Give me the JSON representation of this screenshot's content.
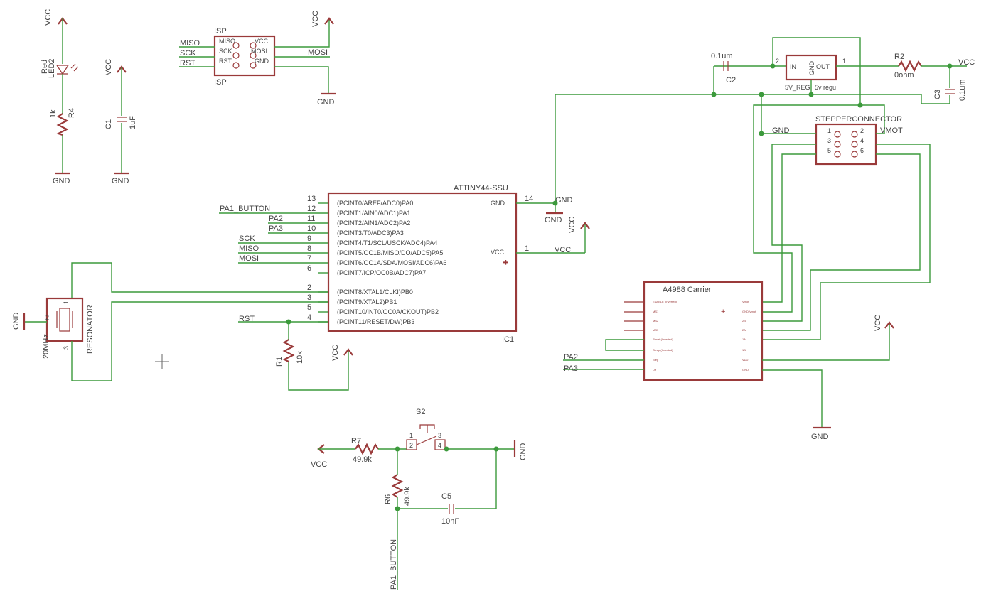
{
  "supply": {
    "vcc": "VCC",
    "gnd": "GND"
  },
  "led": {
    "color": "Red",
    "name": "LED2"
  },
  "r4": {
    "name": "R4",
    "value": "1k"
  },
  "c1": {
    "name": "C1",
    "value": "1uF"
  },
  "isp": {
    "name": "ISP",
    "pins": [
      "MISO",
      "VCC",
      "SCK",
      "MOSI",
      "RST",
      "GND"
    ],
    "nets": [
      "MISO",
      "SCK",
      "RST",
      "MOSI"
    ]
  },
  "ic1": {
    "part": "ATTINY44-SSU",
    "name": "IC1",
    "left_pins": [
      {
        "num": "13",
        "label": "(PCINT0/AREF/ADC0)PA0",
        "net": ""
      },
      {
        "num": "12",
        "label": "(PCINT1/AIN0/ADC1)PA1",
        "net": "PA1_BUTTON"
      },
      {
        "num": "11",
        "label": "(PCINT2/AIN1/ADC2)PA2",
        "net": "PA2"
      },
      {
        "num": "10",
        "label": "(PCINT3/T0/ADC3)PA3",
        "net": "PA3"
      },
      {
        "num": "9",
        "label": "(PCINT4/T1/SCL/USCK/ADC4)PA4",
        "net": "SCK"
      },
      {
        "num": "8",
        "label": "(PCINT5/OC1B/MISO/DO/ADC5)PA5",
        "net": "MISO"
      },
      {
        "num": "7",
        "label": "(PCINT6/OC1A/SDA/MOSI/ADC6)PA6",
        "net": "MOSI"
      },
      {
        "num": "6",
        "label": "(PCINT7/ICP/OC0B/ADC7)PA7",
        "net": ""
      },
      {
        "num": "2",
        "label": "(PCINT8/XTAL1/CLKI)PB0",
        "net": ""
      },
      {
        "num": "3",
        "label": "(PCINT9/XTAL2)PB1",
        "net": ""
      },
      {
        "num": "5",
        "label": "(PCINT10/INT0/OC0A/CKOUT)PB2",
        "net": ""
      },
      {
        "num": "4",
        "label": "(PCINT11/RESET/DW)PB3",
        "net": "RST"
      }
    ],
    "right_pins": [
      {
        "num": "14",
        "label": "GND",
        "net": "GND"
      },
      {
        "num": "1",
        "label": "VCC",
        "net": "VCC"
      }
    ]
  },
  "resonator": {
    "name": "RESONATOR",
    "value": "20MHz",
    "pins": [
      "1",
      "2",
      "3"
    ]
  },
  "r1": {
    "name": "R1",
    "value": "10k"
  },
  "regulator": {
    "name": "5V_REG",
    "value": "5v regu",
    "in": "IN",
    "gnd": "GND",
    "out": "OUT",
    "pin_in": "2",
    "pin_out": "1"
  },
  "c2": {
    "name": "C2",
    "value": "0.1um"
  },
  "c3": {
    "name": "C3",
    "value": "0.1um"
  },
  "r2": {
    "name": "R2",
    "value": "0ohm"
  },
  "stepper": {
    "name": "STEPPERCONNECTOR",
    "pins": [
      "1",
      "2",
      "3",
      "4",
      "5",
      "6"
    ],
    "gnd": "GND",
    "vmot": "VMOT"
  },
  "a4988": {
    "name": "A4988 Carrier",
    "left_pins": [
      "ENABLE (Inverted)",
      "MS1",
      "MS2",
      "MS3",
      "Reset (Inverted)",
      "Sleep (Inverted)",
      "Step",
      "Dir"
    ],
    "right_pins": [
      "Vmot",
      "GND Vmot",
      "2B",
      "2A",
      "1A",
      "1B",
      "VDD",
      "GND"
    ],
    "nets": [
      "PA2",
      "PA3"
    ]
  },
  "s2": {
    "name": "S2",
    "pins": [
      "1",
      "2",
      "3",
      "4"
    ]
  },
  "r7": {
    "name": "R7",
    "value": "49.9k"
  },
  "r6": {
    "name": "R6",
    "value": "49.9k"
  },
  "c5": {
    "name": "C5",
    "value": "10nF"
  },
  "button_net": "PA1_BUTTON"
}
